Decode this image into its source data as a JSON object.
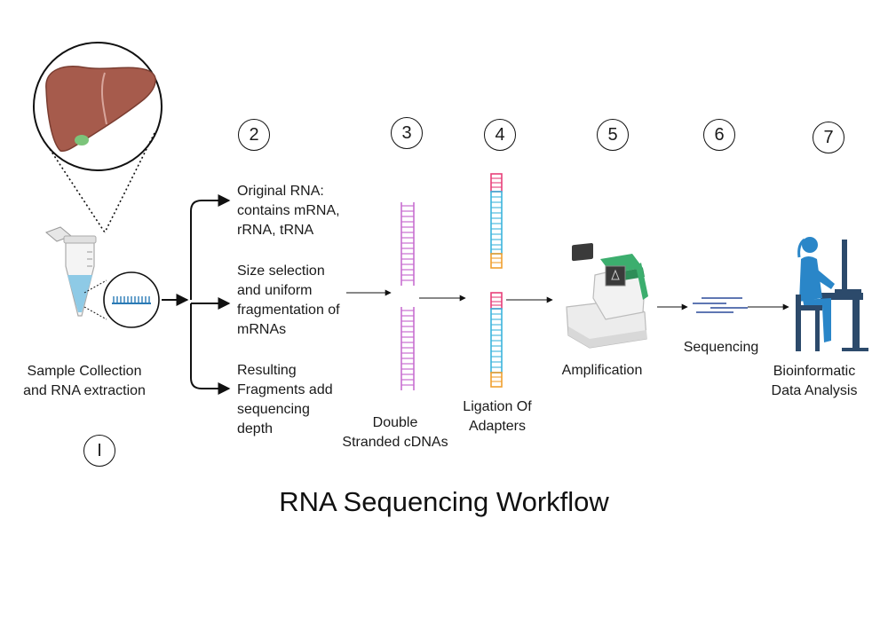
{
  "title": "RNA Sequencing Workflow",
  "steps": {
    "s1": {
      "number": "I",
      "label_l1": "Sample Collection",
      "label_l2": "and RNA extraction"
    },
    "s2": {
      "number": "2",
      "branch_a": [
        "Original RNA:",
        "contains mRNA,",
        "rRNA, tRNA"
      ],
      "branch_b": [
        "Size selection",
        "and uniform",
        "fragmentation of",
        "mRNAs"
      ],
      "branch_c": [
        "Resulting",
        "Fragments add",
        "sequencing",
        "depth"
      ]
    },
    "s3": {
      "number": "3",
      "label_l1": "Double",
      "label_l2": "Stranded cDNAs"
    },
    "s4": {
      "number": "4",
      "label_l1": "Ligation Of",
      "label_l2": "Adapters"
    },
    "s5": {
      "number": "5",
      "label": "Amplification"
    },
    "s6": {
      "number": "6",
      "label": "Sequencing"
    },
    "s7": {
      "number": "7",
      "label_l1": "Bioinformatic",
      "label_l2": "Data Analysis"
    }
  },
  "colors": {
    "liver": "#a65b4c",
    "tube_liquid": "#8ecae6",
    "rna": "#2a7ab5",
    "cdna": "#c86fd0",
    "adapter_pink": "#e8407a",
    "adapter_blue": "#3cb4dc",
    "adapter_orange": "#f0a030",
    "machine_green": "#3cae6e",
    "person": "#2a86c8",
    "chair": "#2c4a6b"
  }
}
